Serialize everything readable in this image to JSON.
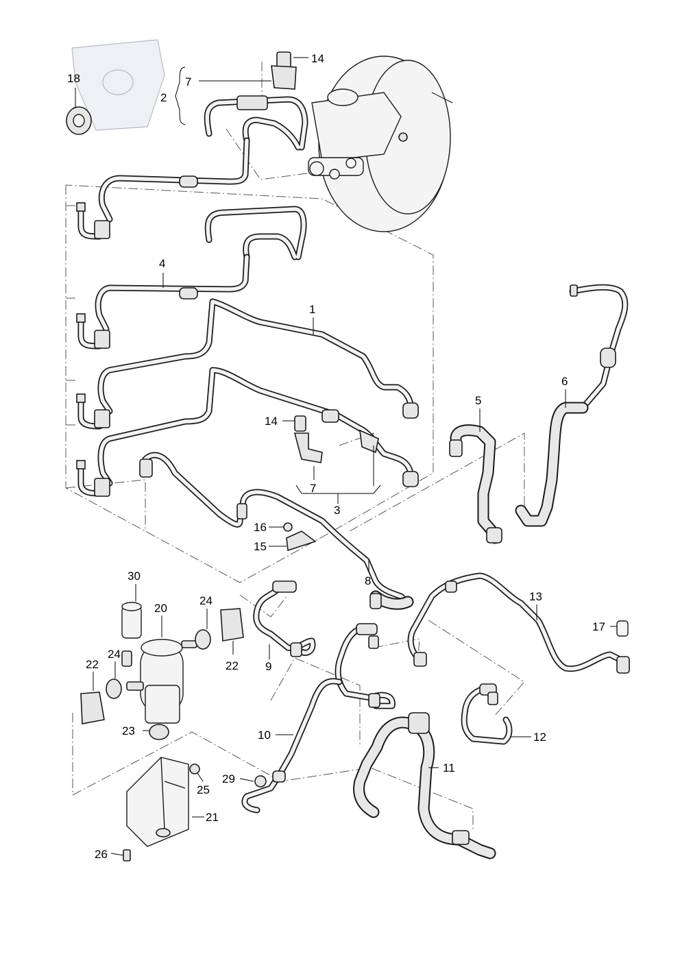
{
  "callouts": [
    "1",
    "2",
    "3",
    "4",
    "5",
    "6",
    "7",
    "7",
    "8",
    "9",
    "10",
    "11",
    "12",
    "13",
    "14",
    "14",
    "15",
    "16",
    "17",
    "18",
    "20",
    "21",
    "22",
    "22",
    "23",
    "24",
    "24",
    "25",
    "26",
    "29",
    "30"
  ]
}
